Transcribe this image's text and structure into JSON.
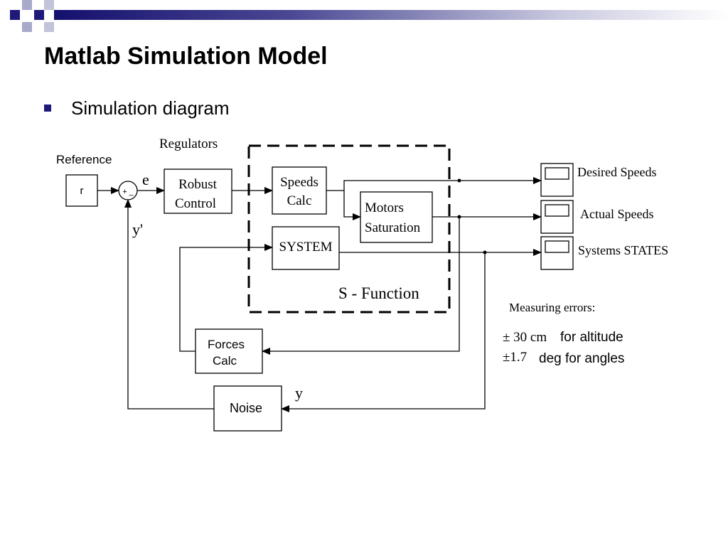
{
  "slide": {
    "title": "Matlab Simulation Model",
    "bullet": "Simulation diagram",
    "colors": {
      "accent": "#1f1a7a",
      "square_light": "#a9a9cc"
    }
  },
  "diagram": {
    "reference_label": "Reference",
    "reference_block": "r",
    "sum_signs": "+ _",
    "error_label": "e",
    "regulators_label": "Regulators",
    "robust_control": [
      "Robust",
      "Control"
    ],
    "speeds_calc": [
      "Speeds",
      "Calc"
    ],
    "motors_saturation": [
      "Motors",
      "Saturation"
    ],
    "system_block": "SYSTEM",
    "s_function_label": "S - Function",
    "forces_calc": [
      "Forces",
      "Calc"
    ],
    "noise_block": "Noise",
    "y_label": "y",
    "y_prime_label": "y'",
    "scopes": [
      "Desired Speeds",
      "Actual Speeds",
      "Systems STATES"
    ],
    "measuring_errors": {
      "heading": "Measuring errors:",
      "altitude_value": "± 30 cm",
      "altitude_text": "for altitude",
      "angles_value": "±1.7",
      "angles_text": "deg for angles"
    }
  }
}
